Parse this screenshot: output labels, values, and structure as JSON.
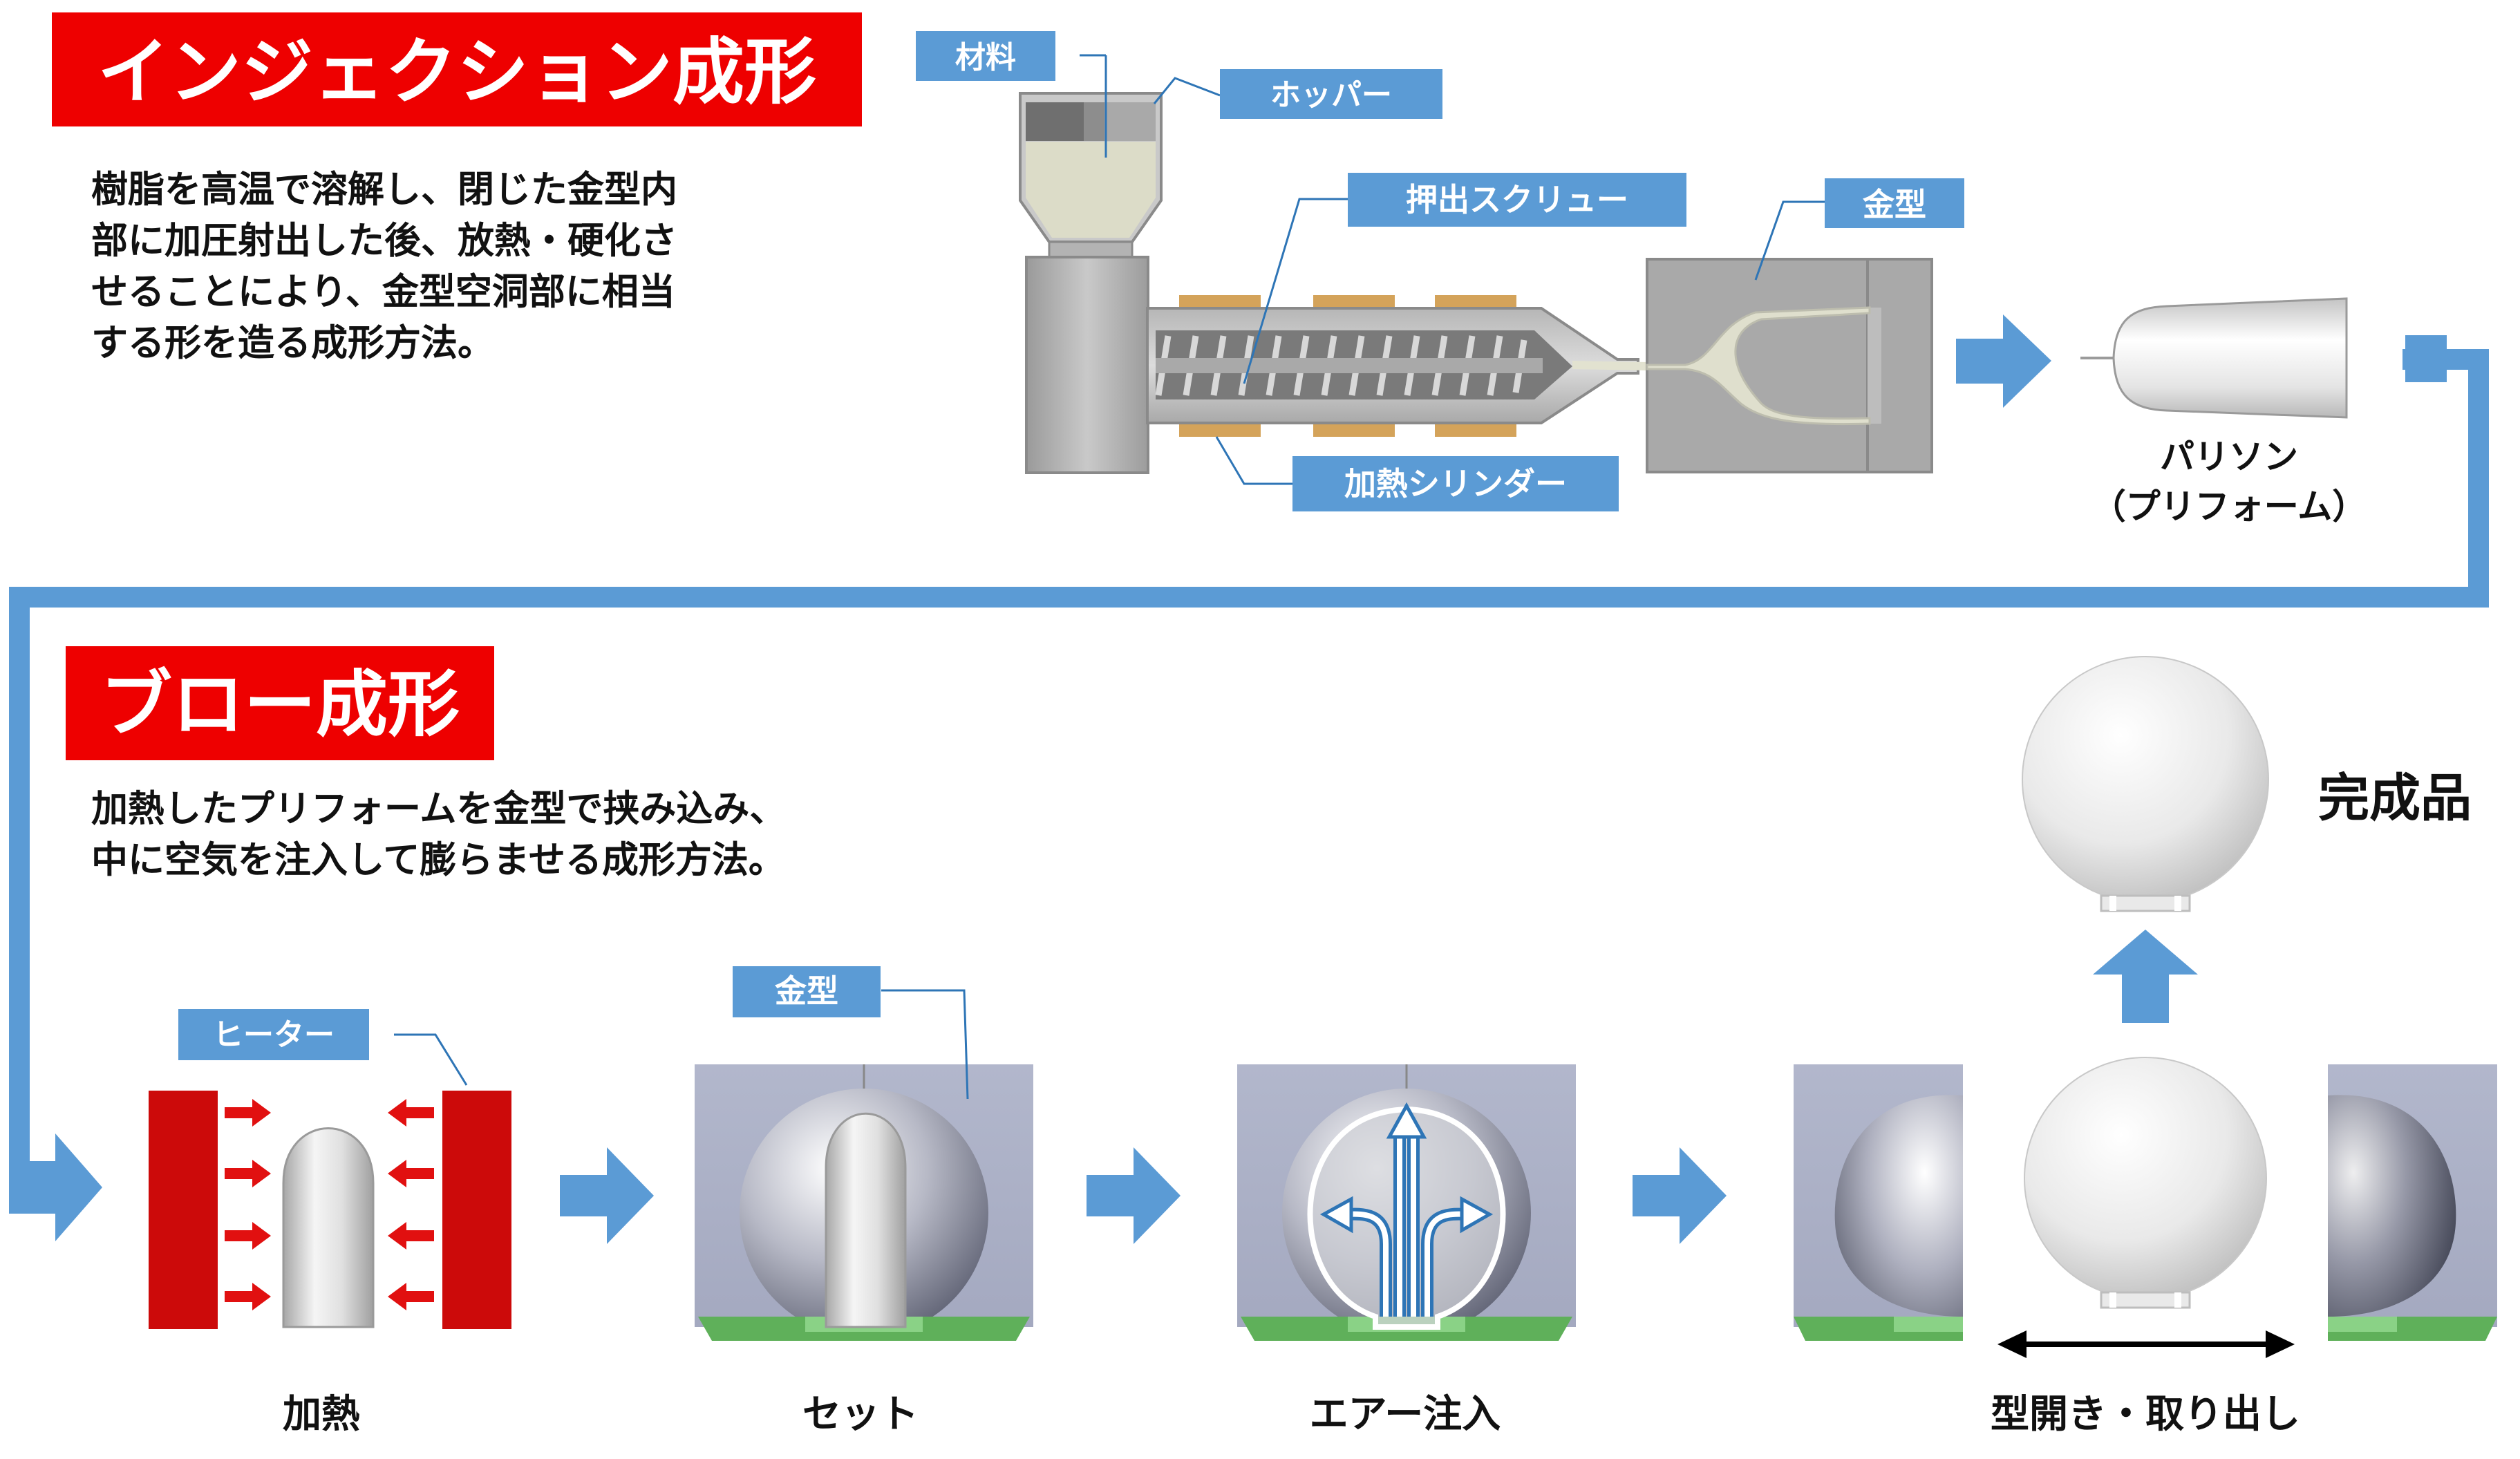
{
  "injection": {
    "title": "インジェクション成形",
    "desc_lines": [
      "樹脂を高温で溶解し、閉じた金型内",
      "部に加圧射出した後、放熱・硬化さ",
      "せることにより、金型空洞部に相当",
      "する形を造る成形方法。"
    ],
    "labels": {
      "material": "材料",
      "hopper": "ホッパー",
      "screw": "押出スクリュー",
      "mold": "金型",
      "cylinder": "加熱シリンダー"
    },
    "parison_lines": [
      "パリソン",
      "（プリフォーム）"
    ]
  },
  "blow": {
    "title": "ブロー成形",
    "desc_lines": [
      "加熱したプリフォームを金型で挟み込み、",
      "中に空気を注入して膨らませる成形方法。"
    ],
    "labels": {
      "heater": "ヒーター",
      "mold": "金型"
    },
    "steps": [
      "加熱",
      "セット",
      "エアー注入",
      "型開き・取り出し"
    ],
    "finished": "完成品"
  },
  "colors": {
    "title_bg": "#ee0000",
    "callout_bg": "#5b9bd5",
    "flow_arrow": "#5b9bd5",
    "heater_red": "#cc0a0a",
    "mold_purple": "#a8aec8",
    "base_green": "#5fb05a",
    "cylinder_band": "#d4a35a"
  },
  "icons": [
    "right-arrow-icon",
    "up-arrow-icon",
    "double-arrow-icon",
    "heat-arrow-icon",
    "air-flow-icon"
  ]
}
